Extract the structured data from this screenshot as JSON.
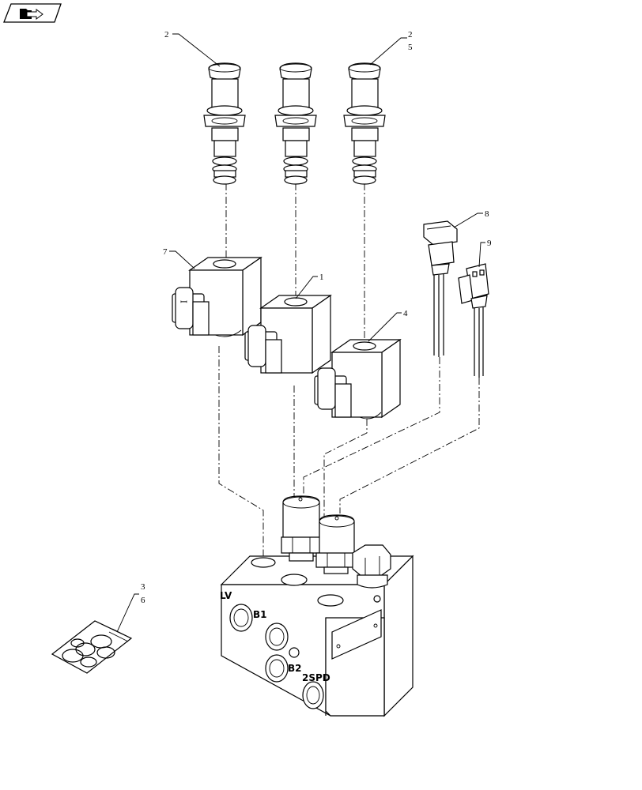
{
  "diagram": {
    "callouts": [
      "2",
      "2",
      "5",
      "7",
      "1",
      "4",
      "8",
      "9",
      "3",
      "6"
    ],
    "port_labels": [
      "LV",
      "B1",
      "B2",
      "2SPD"
    ]
  },
  "icons": {
    "nav_icon": "folder-arrow-icon"
  }
}
